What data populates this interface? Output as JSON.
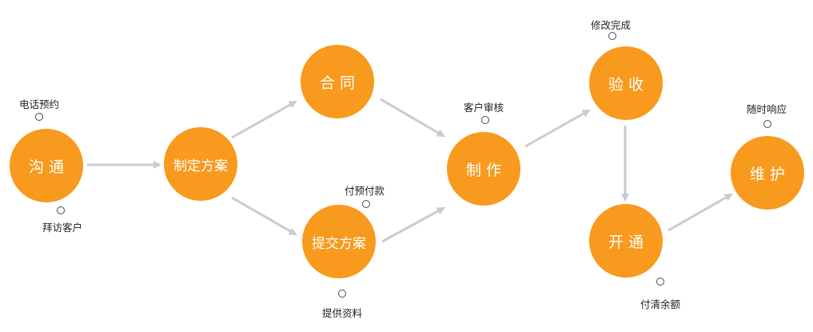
{
  "colors": {
    "node": "#F79A1E",
    "arrow": "#C6CCD3",
    "dot": "#3D4A5C"
  },
  "nodes": [
    {
      "id": "goutong",
      "label": "沟 通"
    },
    {
      "id": "zhiding",
      "label": "制定方案"
    },
    {
      "id": "hetong",
      "label": "合 同"
    },
    {
      "id": "tijiao",
      "label": "提交方案"
    },
    {
      "id": "zhizuo",
      "label": "制 作"
    },
    {
      "id": "yanshou",
      "label": "验 收"
    },
    {
      "id": "kaitong",
      "label": "开 通"
    },
    {
      "id": "weihu",
      "label": "维 护"
    }
  ],
  "annotations": [
    {
      "text": "电话预约"
    },
    {
      "text": "拜访客户"
    },
    {
      "text": "付预付款"
    },
    {
      "text": "提供资料"
    },
    {
      "text": "客户审核"
    },
    {
      "text": "修改完成"
    },
    {
      "text": "付清余额"
    },
    {
      "text": "随时响应"
    }
  ],
  "edges": [
    {
      "from": "goutong",
      "to": "zhiding"
    },
    {
      "from": "zhiding",
      "to": "hetong"
    },
    {
      "from": "zhiding",
      "to": "tijiao"
    },
    {
      "from": "hetong",
      "to": "zhizuo"
    },
    {
      "from": "tijiao",
      "to": "zhizuo"
    },
    {
      "from": "zhizuo",
      "to": "yanshou"
    },
    {
      "from": "yanshou",
      "to": "kaitong"
    },
    {
      "from": "kaitong",
      "to": "weihu"
    }
  ]
}
